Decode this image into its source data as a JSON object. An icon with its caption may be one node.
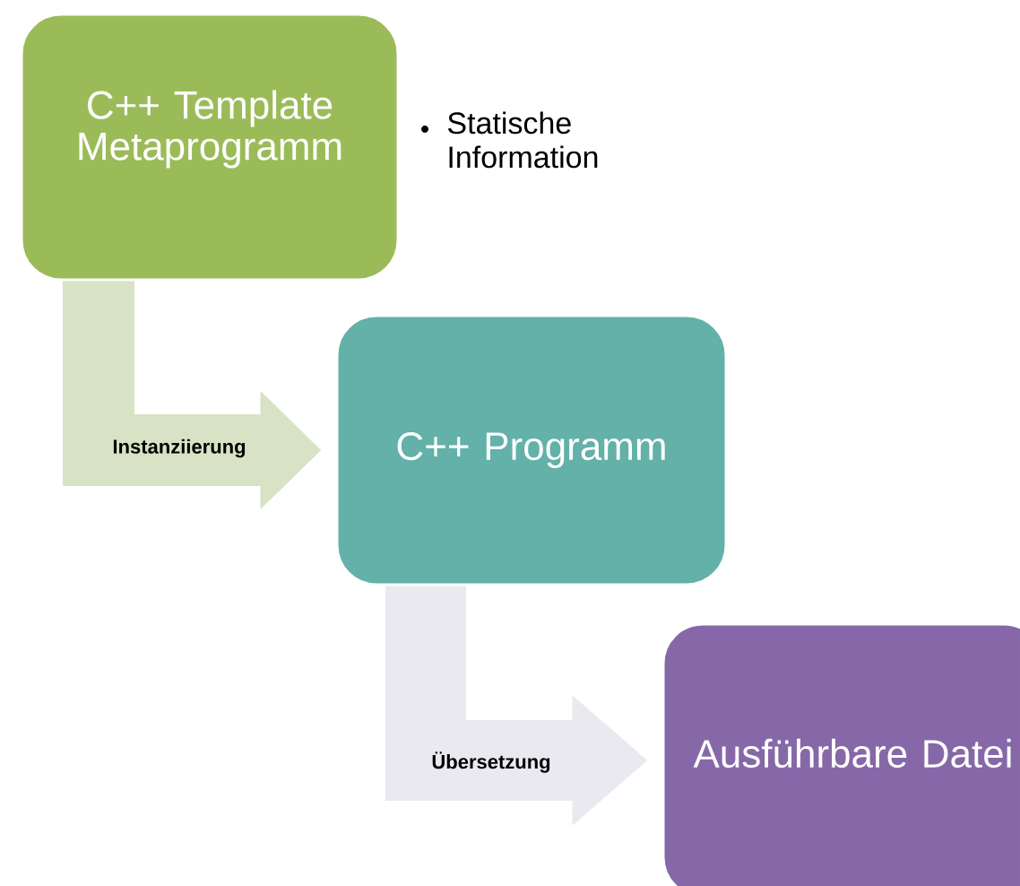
{
  "diagram": {
    "nodes": [
      {
        "text": [
          "C++ Template Metaprogramm"
        ],
        "beside": [
          "Statische Information"
        ]
      },
      {
        "text": [
          "C++ Programm"
        ]
      },
      {
        "text": [
          "Ausführbare Datei"
        ]
      }
    ],
    "edges": [
      {
        "from": 0,
        "to": 1,
        "arrow": "to",
        "label": "Instanziierung",
        "color": "#d8e3c5"
      },
      {
        "from": 1,
        "to": 2,
        "arrow": "to",
        "label": "Übersetzung",
        "color": "#ebe9f0"
      }
    ]
  }
}
